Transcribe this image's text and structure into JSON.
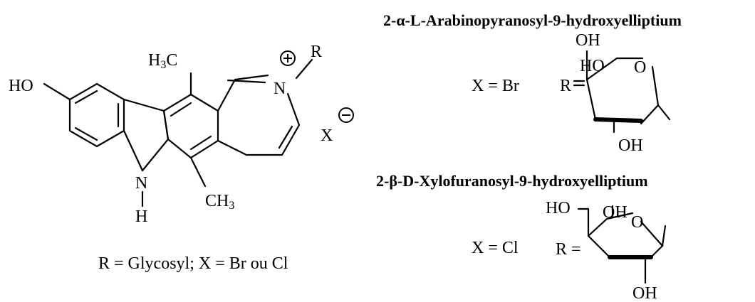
{
  "main_structure": {
    "labels": {
      "ho": "HO",
      "h3c": "H",
      "h3c_sub": "3",
      "h3c_tail": "C",
      "n_plus": "N",
      "r": "R",
      "x_minus": "X",
      "nh_n": "N",
      "nh_h": "H",
      "ch3": "CH",
      "ch3_sub": "3"
    },
    "caption": "R = Glycosyl; X = Br ou Cl"
  },
  "compound_1": {
    "title": "2-α-L-Arabinopyranosyl-9-hydroxyelliptium",
    "x_label": "X = Br",
    "r_label": "R",
    "oh_top": "OH",
    "ho_ring": "HO",
    "ring_o": "O",
    "oh_bottom": "OH"
  },
  "compound_2": {
    "title": "2-β-D-Xylofuranosyl-9-hydroxyelliptium",
    "x_label": "X = Cl",
    "r_label": "R =",
    "ho_top": "HO",
    "oh_mid": "OH",
    "ring_o": "O",
    "oh_bottom": "OH"
  }
}
